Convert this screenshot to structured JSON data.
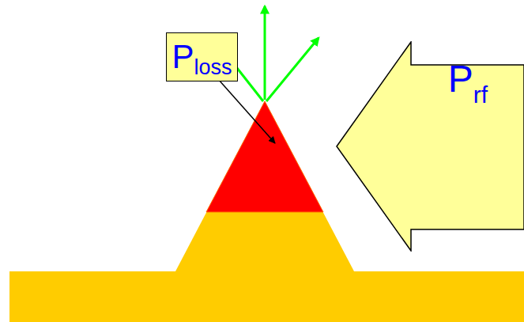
{
  "diagram": {
    "nodes": [
      {
        "text": [
          "P",
          "loss"
        ]
      },
      {
        "text": [
          "P",
          "rf"
        ]
      }
    ]
  }
}
